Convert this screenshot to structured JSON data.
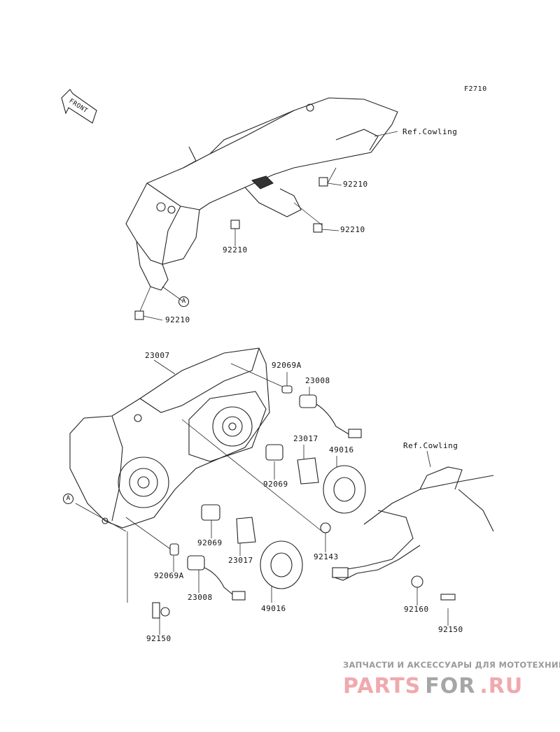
{
  "diagram_code": "F2710",
  "front_arrow_label": "FRONT",
  "ref_labels": [
    "Ref.Cowling",
    "Ref.Cowling"
  ],
  "callout_marker": "A",
  "parts": {
    "p92210_a": "92210",
    "p92210_b": "92210",
    "p92210_c": "92210",
    "p92210_d": "92210",
    "p23007": "23007",
    "p92069A_a": "92069A",
    "p23008_a": "23008",
    "p23017_a": "23017",
    "p49016_a": "49016",
    "p92069_a": "92069",
    "p92069_b": "92069",
    "p23017_b": "23017",
    "p92143": "92143",
    "p92069A_b": "92069A",
    "p23008_b": "23008",
    "p49016_b": "49016",
    "p92160": "92160",
    "p92150_a": "92150",
    "p92150_b": "92150"
  },
  "watermark": {
    "tagline": "ЗАПЧАСТИ И АКСЕССУАРЫ ДЛЯ МОТОТЕХНИКИ",
    "logo_part1": "PARTS",
    "logo_part2": "FOR",
    "logo_part3": ".RU"
  }
}
